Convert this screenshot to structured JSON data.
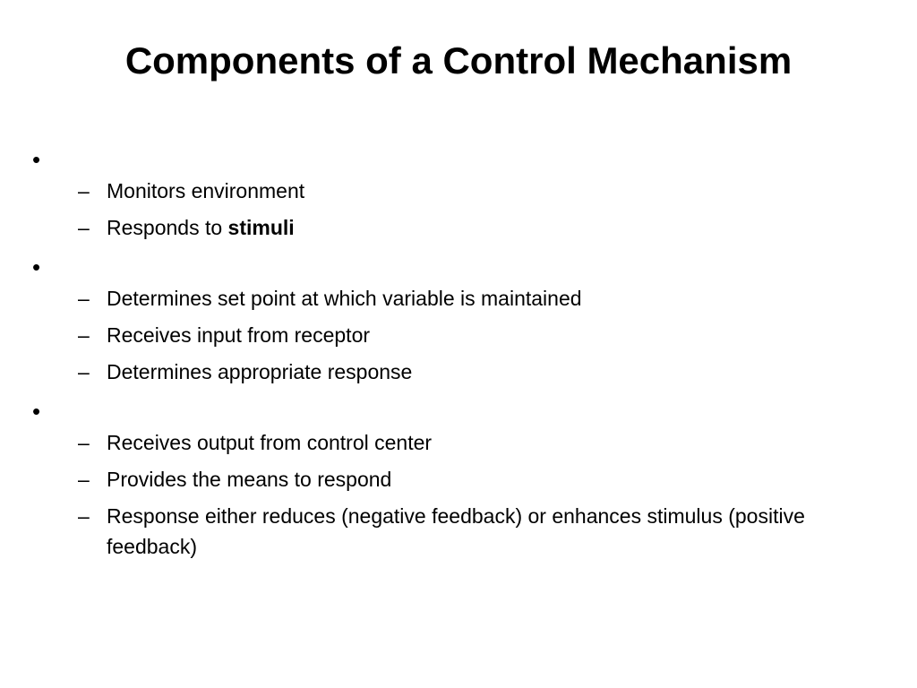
{
  "slide": {
    "title": "Components of a Control Mechanism",
    "bullet_symbol": "•",
    "sub_symbol": "–",
    "groups": [
      {
        "items": [
          {
            "text": "Monitors environment",
            "bold": ""
          },
          {
            "text": "Responds to ",
            "bold": "stimuli"
          }
        ]
      },
      {
        "items": [
          {
            "text": "Determines set point at which variable is maintained",
            "bold": ""
          },
          {
            "text": "Receives input from receptor",
            "bold": ""
          },
          {
            "text": "Determines appropriate response",
            "bold": ""
          }
        ]
      },
      {
        "items": [
          {
            "text": "Receives output from control center",
            "bold": ""
          },
          {
            "text": "Provides the means to respond",
            "bold": ""
          },
          {
            "text": "Response either reduces (negative feedback) or enhances stimulus (positive feedback)",
            "bold": ""
          }
        ]
      }
    ]
  }
}
